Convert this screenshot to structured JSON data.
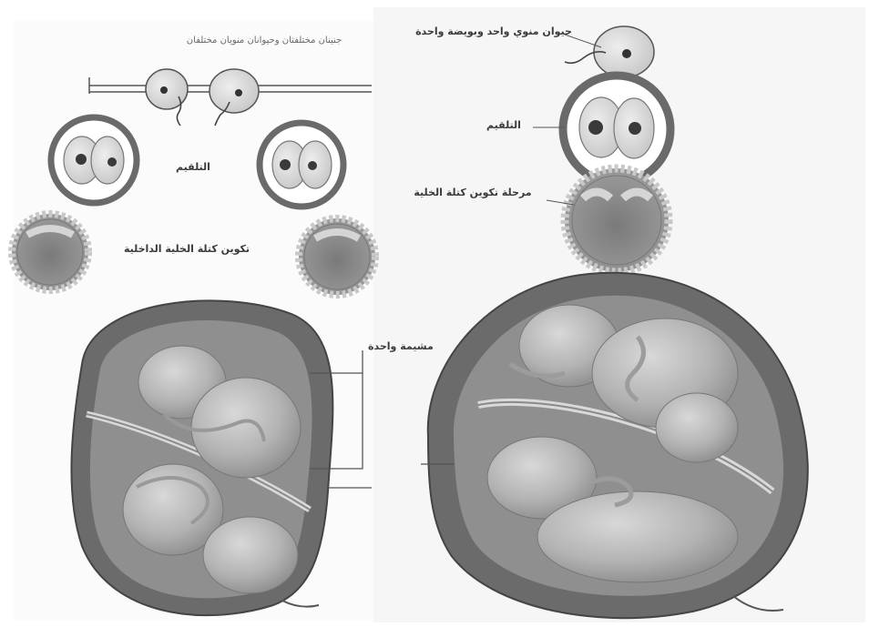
{
  "left_panel": {
    "title": "جنينان مختلفتان وحيوانان منويان مختلفان",
    "fertilization_label": "التلقيم",
    "blastocyst_label": "تكوين كتلة الخلية الداخلية",
    "placenta_label": "مشيمة واحدة"
  },
  "right_panel": {
    "sperm_egg_label": "حيوان منوي واحد وبويضة واحدة",
    "fertilization_label": "التلقيم",
    "blastocyst_label": "مرحلة تكوين كتلة الخلية"
  },
  "colors": {
    "paper": "#ffffff",
    "panel_left": "#fbfbfb",
    "panel_right": "#f6f6f6",
    "uterus_dark": "#6b6b6b",
    "uterus_mid": "#9a9a9a",
    "fetus": "#b8b8b8",
    "cell_light": "#e2e2e2"
  }
}
